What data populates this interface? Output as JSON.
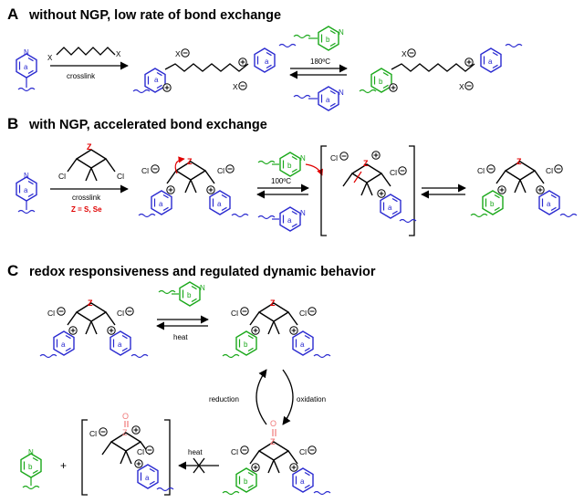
{
  "sections": {
    "A": {
      "letter": "A",
      "title": "without NGP, low rate of bond exchange"
    },
    "B": {
      "letter": "B",
      "title": "with NGP, accelerated bond exchange"
    },
    "C": {
      "letter": "C",
      "title": "redox responsiveness and regulated dynamic behavior"
    }
  },
  "labels": {
    "crosslink": "crosslink",
    "temp_a": "180ºC",
    "temp_b": "100ºC",
    "z_options": "Z = S, Se",
    "heat": "heat",
    "reduction": "reduction",
    "oxidation": "oxidation",
    "plus": "+",
    "x": "X",
    "cl": "Cl",
    "z": "Z",
    "ring_a": "a",
    "ring_b": "b",
    "n": "N",
    "o": "O"
  },
  "colors": {
    "ring_a": "#2a2ad0",
    "ring_b": "#1aa81a",
    "heteroatom": "#e00000",
    "oxide": "#f07a7a",
    "ink": "#000000"
  }
}
